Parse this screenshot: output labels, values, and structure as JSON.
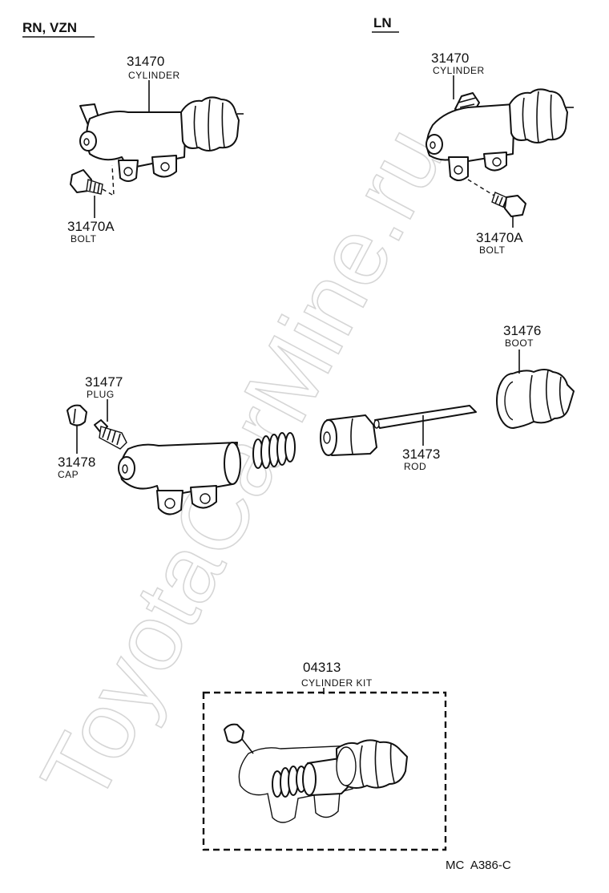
{
  "watermark": "ToyotaCarMine.ru",
  "sections": {
    "left_header": "RN, VZN",
    "right_header": "LN"
  },
  "parts": {
    "cyl_left": {
      "number": "31470",
      "name": "CYLINDER"
    },
    "bolt_left": {
      "number": "31470A",
      "name": "BOLT"
    },
    "cyl_right": {
      "number": "31470",
      "name": "CYLINDER"
    },
    "bolt_right": {
      "number": "31470A",
      "name": "BOLT"
    },
    "boot": {
      "number": "31476",
      "name": "BOOT"
    },
    "plug": {
      "number": "31477",
      "name": "PLUG"
    },
    "cap": {
      "number": "31478",
      "name": "CAP"
    },
    "rod": {
      "number": "31473",
      "name": "ROD"
    },
    "kit": {
      "number": "04313",
      "name": "CYLINDER KIT"
    }
  },
  "diagram_code": "MC  A386-C"
}
